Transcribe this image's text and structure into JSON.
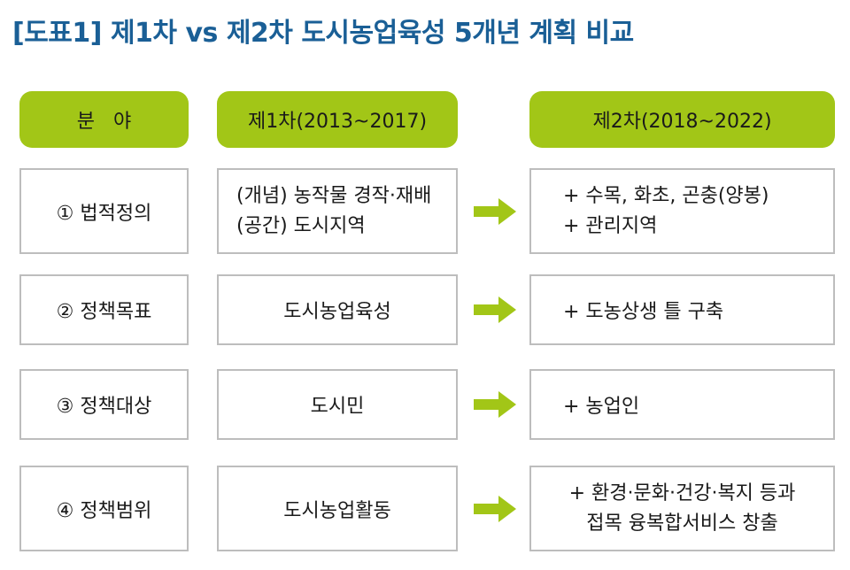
{
  "title": "[도표1] 제1차 vs 제2차 도시농업육성 5개년 계획 비교",
  "headers": {
    "field": "분   야",
    "first": "제1차(2013~2017)",
    "second": "제2차(2018~2022)"
  },
  "rows": [
    {
      "field": "① 법적정의",
      "first": [
        "(개념) 농작물 경작·재배",
        "(공간) 도시지역"
      ],
      "second": [
        "+ 수목, 화초, 곤충(양봉)",
        "+ 관리지역"
      ]
    },
    {
      "field": "② 정책목표",
      "first": [
        "도시농업육성"
      ],
      "second": [
        "+ 도농상생 틀 구축"
      ]
    },
    {
      "field": "③ 정책대상",
      "first": [
        "도시민"
      ],
      "second": [
        "+ 농업인"
      ]
    },
    {
      "field": "④ 정책범위",
      "first": [
        "도시농업활동"
      ],
      "second": [
        "+ 환경·문화·건강·복지 등과",
        "접목 융복합서비스 창출"
      ]
    }
  ],
  "colors": {
    "title": "#1a5f96",
    "header_fill": "#a2c617",
    "arrow": "#a2c617",
    "cell_border": "#bdbdbd"
  },
  "icons": {
    "arrow": "right-arrow-icon"
  }
}
